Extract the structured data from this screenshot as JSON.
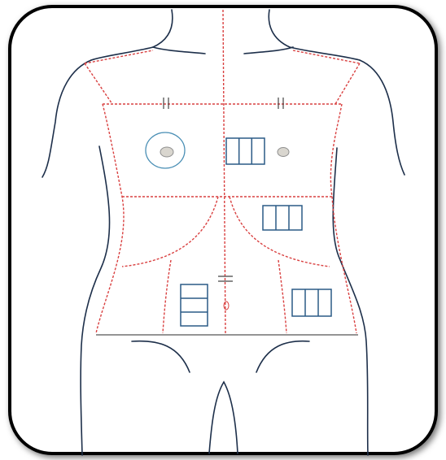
{
  "diagram": {
    "colors": {
      "frame_fill": "#ffffff",
      "frame_stroke": "#000000",
      "body_outline": "#1d2f4a",
      "incision_lines": "#d94040",
      "flap_boxes": "#2a5a86",
      "stoma_ring": "#4a8fb5",
      "stoma_fill": "#d9d6cf",
      "stoma_stroke": "#8f8f8f",
      "suture_marks": "#444444",
      "baseline": "#555555"
    },
    "regions": [
      {
        "name": "left-upper-quadrant",
        "marker": "stoma-with-ring"
      },
      {
        "name": "right-upper-quadrant",
        "marker": "three-column-flap-and-stoma"
      },
      {
        "name": "right-mid-region",
        "marker": "three-column-flap"
      },
      {
        "name": "left-lower-quadrant",
        "marker": "three-row-flap"
      },
      {
        "name": "right-lower-quadrant",
        "marker": "three-column-flap"
      }
    ]
  }
}
